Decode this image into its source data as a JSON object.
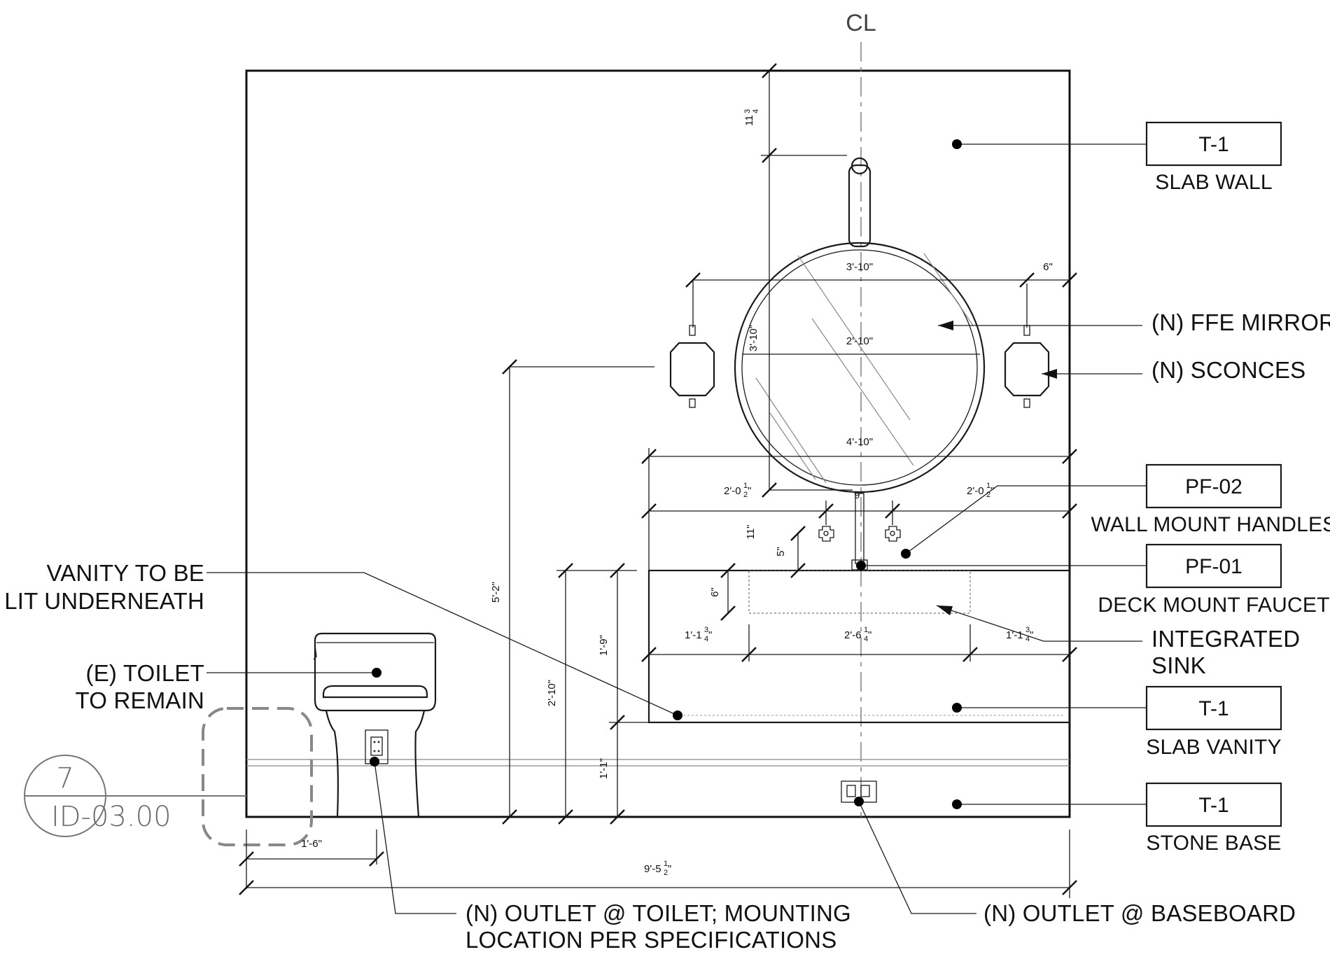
{
  "centerline_label": "CL",
  "reference": {
    "number": "7",
    "sheet": "ID-03.00"
  },
  "tags": {
    "slab_wall": {
      "code": "T-1",
      "label": "SLAB WALL"
    },
    "wall_mount_handles": {
      "code": "PF-02",
      "label": "WALL MOUNT HANDLES"
    },
    "deck_mount_faucet": {
      "code": "PF-01",
      "label": "DECK MOUNT FAUCET"
    },
    "slab_vanity": {
      "code": "T-1",
      "label": "SLAB VANITY"
    },
    "stone_base": {
      "code": "T-1",
      "label": "STONE BASE"
    }
  },
  "notes": {
    "ffe_mirror": "(N) FFE MIRROR",
    "sconces": "(N) SCONCES",
    "integrated_sink_1": "INTEGRATED",
    "integrated_sink_2": "SINK",
    "vanity_lit_1": "VANITY TO BE",
    "vanity_lit_2": "LIT UNDERNEATH",
    "toilet_1": "(E) TOILET",
    "toilet_2": "TO REMAIN",
    "outlet_toilet_1": "(N) OUTLET @ TOILET; MOUNTING",
    "outlet_toilet_2": "LOCATION PER SPECIFICATIONS",
    "outlet_baseboard": "(N) OUTLET @ BASEBOARD"
  },
  "dimensions": {
    "top_to_mirror": {
      "whole": "11",
      "num": "3",
      "den": "4"
    },
    "mirror_width": "3'-10\"",
    "mirror_height": "3'-10\"",
    "sconce_spacing": "2'-10\"",
    "sconce_offset": "6\"",
    "vanity_width": "4'-10\"",
    "handle_left": {
      "whole": "2'-0",
      "num": "1",
      "den": "2"
    },
    "handle_right": {
      "whole": "2'-0",
      "num": "1",
      "den": "2"
    },
    "handle_spacing": "9\"",
    "mirror_to_handles": "11\"",
    "handles_to_deck": "5\"",
    "sink_depth": "6\"",
    "sink_left": {
      "whole": "1'-1",
      "num": "3",
      "den": "4"
    },
    "sink_width": {
      "whole": "2'-6",
      "num": "1",
      "den": "4"
    },
    "sink_right": {
      "whole": "1'-1",
      "num": "3",
      "den": "4"
    },
    "sconce_height": "5'-2\"",
    "vanity_height": "2'-10\"",
    "vanity_thickness": "1'-9\"",
    "vanity_clearance": "1'-1\"",
    "toilet_outlet_offset": "1'-6\"",
    "overall_width": {
      "whole": "9'-5",
      "num": "1",
      "den": "2"
    }
  }
}
